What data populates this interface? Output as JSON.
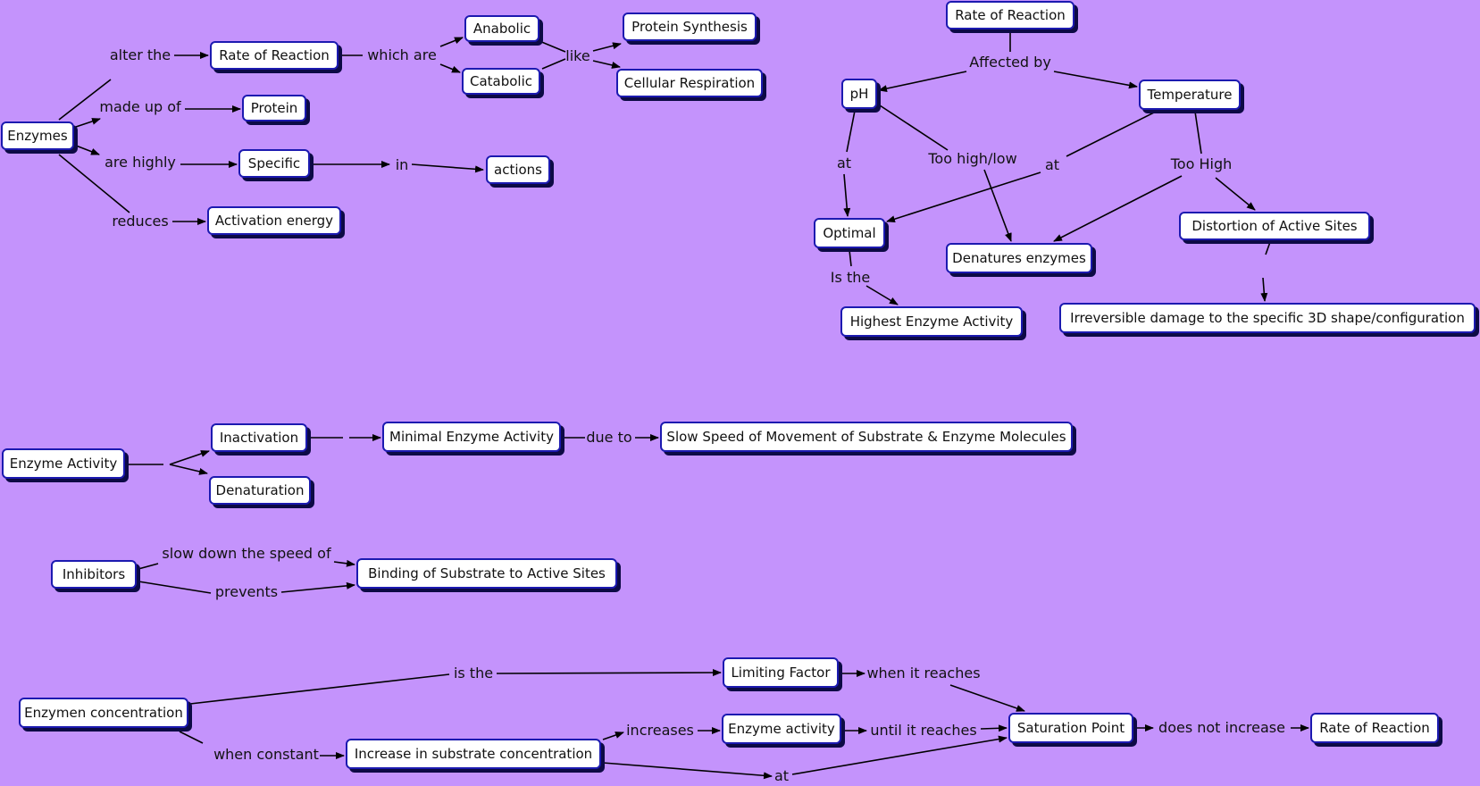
{
  "colors": {
    "background": "#c493fc",
    "node_fill": "#ffffff",
    "node_border": "#1c1ab0",
    "node_shadow": "#0d0a45",
    "edge": "#000000"
  },
  "nodes": {
    "enzymes": "Enzymes",
    "rate1": "Rate of Reaction",
    "anabolic": "Anabolic",
    "catabolic": "Catabolic",
    "protsyn": "Protein Synthesis",
    "cellresp": "Cellular Respiration",
    "protein": "Protein",
    "specific": "Specific",
    "actions": "actions",
    "actenergy": "Activation energy",
    "rate2": "Rate of Reaction",
    "ph": "pH",
    "temp": "Temperature",
    "optimal": "Optimal",
    "denat_enz": "Denatures enzymes",
    "distortion": "Distortion of Active Sites",
    "highest": "Highest Enzyme Activity",
    "irreversible": "Irreversible damage to the specific 3D shape/configuration",
    "enzact": "Enzyme Activity",
    "inactivation": "Inactivation",
    "denaturation": "Denaturation",
    "minimal": "Minimal Enzyme Activity",
    "slow": "Slow Speed of Movement of Substrate & Enzyme Molecules",
    "inhibitors": "Inhibitors",
    "binding": "Binding of Substrate to Active Sites",
    "enzconc": "Enzymen concentration",
    "limiting": "Limiting Factor",
    "increase_sub": "Increase in substrate concentration",
    "enzactivity2": "Enzyme activity",
    "saturation": "Saturation Point",
    "rate3": "Rate of Reaction"
  },
  "links": {
    "alter_the": "alter the",
    "made_up_of": "made up of",
    "are_highly": "are highly",
    "reduces": "reduces",
    "which_are": "which are",
    "like": "like",
    "in": "in",
    "affected_by": "Affected by",
    "at_ph": "at",
    "too_high_low": "Too high/low",
    "at_temp": "at",
    "too_high": "Too High",
    "is_the_opt": "Is the",
    "due_to": "due to",
    "slow_down": "slow down the speed of",
    "prevents": "prevents",
    "is_the_lim": "is the",
    "when_constant": "when constant",
    "when_it_reaches": "when it reaches",
    "increases": "increases",
    "until_it_reaches": "until it reaches",
    "does_not_increase": "does not increase",
    "at_sub": "at"
  }
}
